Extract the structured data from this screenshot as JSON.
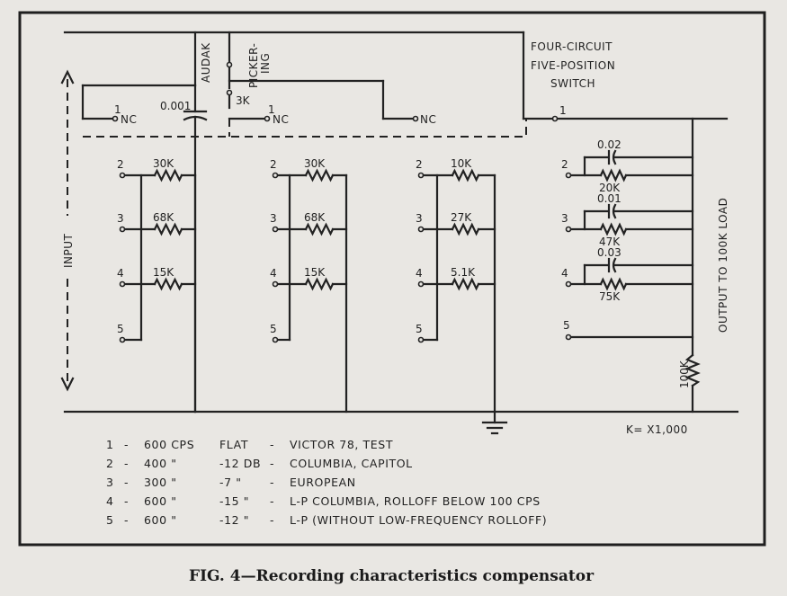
{
  "switch_label": [
    "FOUR-CIRCUIT",
    "FIVE-POSITION",
    "SWITCH"
  ],
  "labels": {
    "audak": "AUDAK",
    "pickering": [
      "PICKER-",
      "ING"
    ],
    "cap_001": "0.001",
    "res_3k": "3K",
    "nc": "NC",
    "input": "INPUT",
    "output": "OUTPUT TO 100K LOAD",
    "res_100k": "100K",
    "k_note": "K= X1,000"
  },
  "positions": [
    "1",
    "2",
    "3",
    "4",
    "5"
  ],
  "bank1": [
    "30K",
    "68K",
    "15K"
  ],
  "bank2": [
    "30K",
    "68K",
    "15K"
  ],
  "bank3": [
    "10K",
    "27K",
    "5.1K"
  ],
  "bank4": {
    "caps": [
      "0.02",
      "0.01",
      "0.03"
    ],
    "res": [
      "20K",
      "47K",
      "75K"
    ]
  },
  "legend": [
    {
      "pos": "1",
      "freq": "600 CPS",
      "level": "FLAT",
      "label": "VICTOR 78, TEST"
    },
    {
      "pos": "2",
      "freq": "400  \"",
      "level": "-12 DB",
      "label": "COLUMBIA, CAPITOL"
    },
    {
      "pos": "3",
      "freq": "300  \"",
      "level": "-7  \"",
      "label": "EUROPEAN"
    },
    {
      "pos": "4",
      "freq": "600  \"",
      "level": "-15  \"",
      "label": "L-P COLUMBIA, ROLLOFF BELOW 100 CPS"
    },
    {
      "pos": "5",
      "freq": "600  \"",
      "level": "-12  \"",
      "label": "L-P (WITHOUT LOW-FREQUENCY ROLLOFF)"
    }
  ],
  "caption": "FIG. 4—Recording characteristics compensator"
}
